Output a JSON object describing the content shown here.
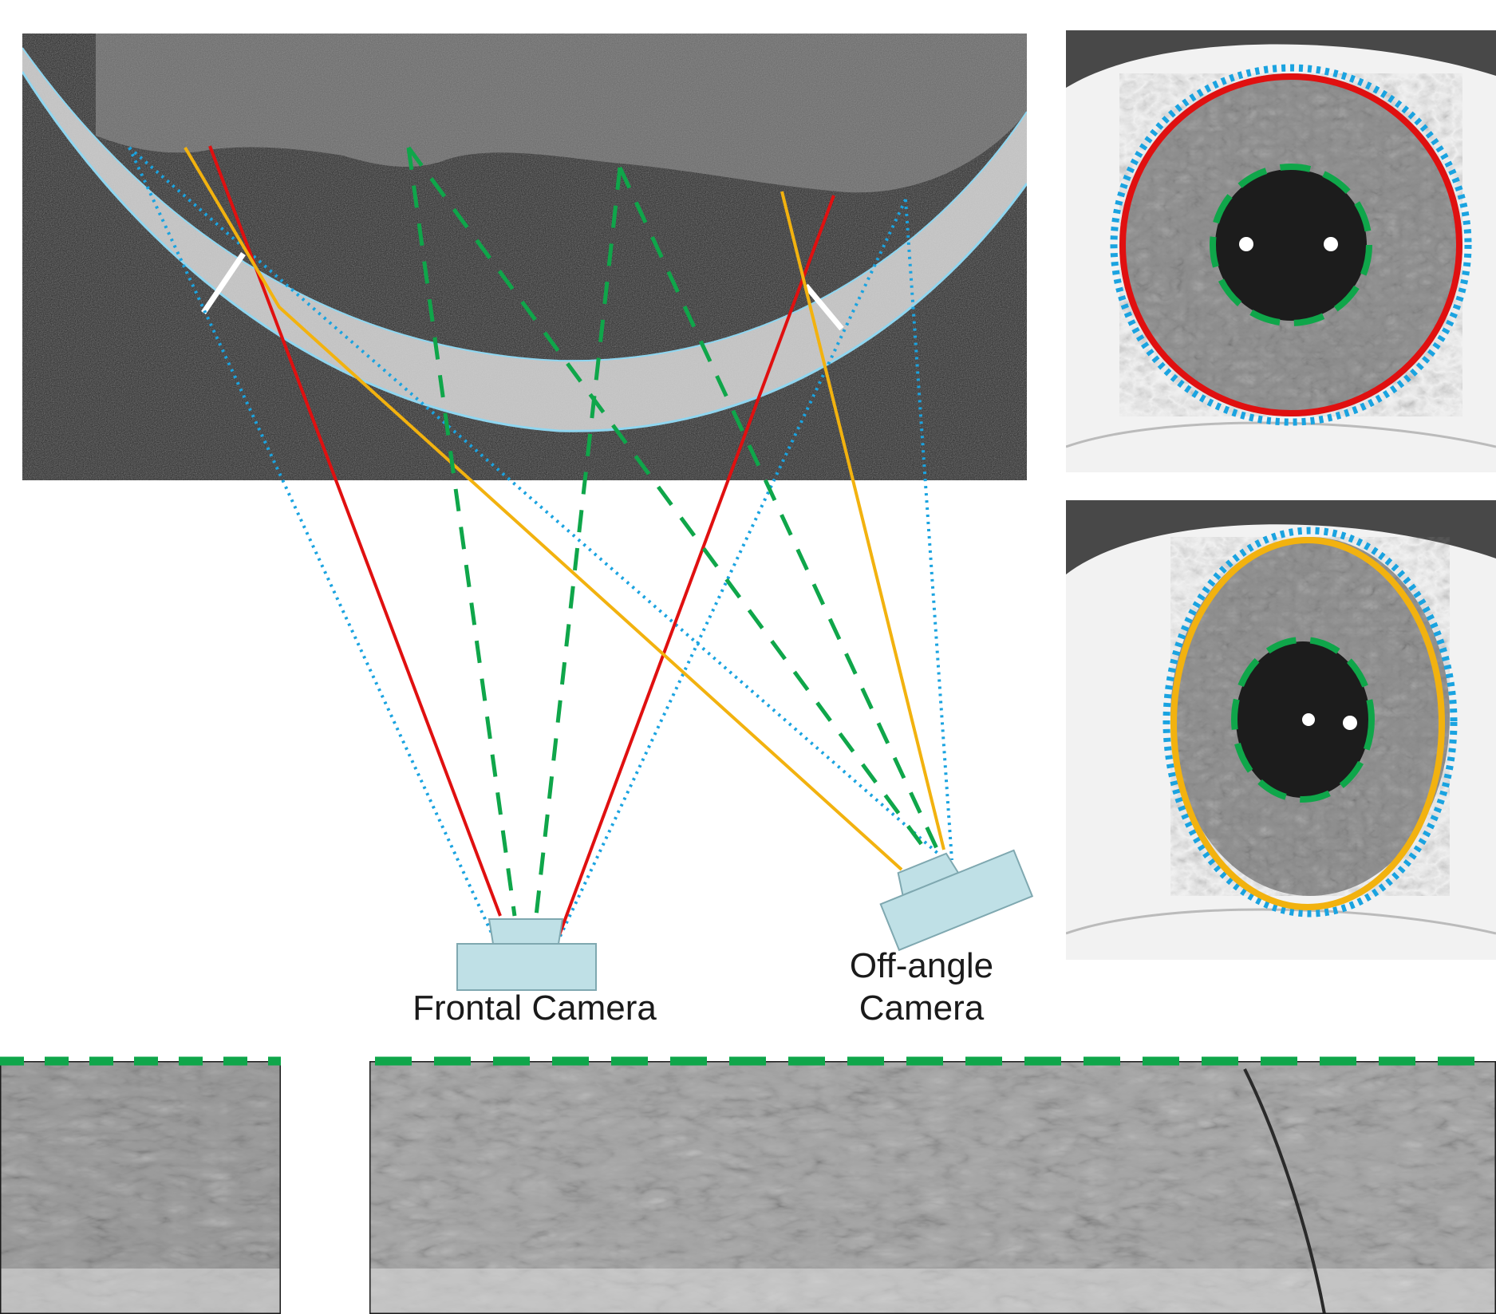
{
  "labels": {
    "frontal_camera": "Frontal Camera",
    "offangle_camera_line1": "Off-angle",
    "offangle_camera_line2": "Camera"
  },
  "colors": {
    "limbus_dotted": "#1aa3e0",
    "frontal_iris_ray": "#e01010",
    "offangle_iris_ray": "#f2b20f",
    "pupil_dashed": "#0fa64a",
    "camera_fill": "#bfe0e6",
    "camera_stroke": "#7fa8b0",
    "cornea_band": "#d9d9d9",
    "oct_background": "#262626"
  },
  "icons": {
    "oct_scan": "oct-cross-section-icon",
    "frontal_eye": "frontal-eye-photo-icon",
    "offangle_eye": "off-angle-eye-photo-icon",
    "frontal_unwrap": "frontal-iris-unwrap-strip-icon",
    "offangle_unwrap": "off-angle-iris-unwrap-strip-icon"
  }
}
